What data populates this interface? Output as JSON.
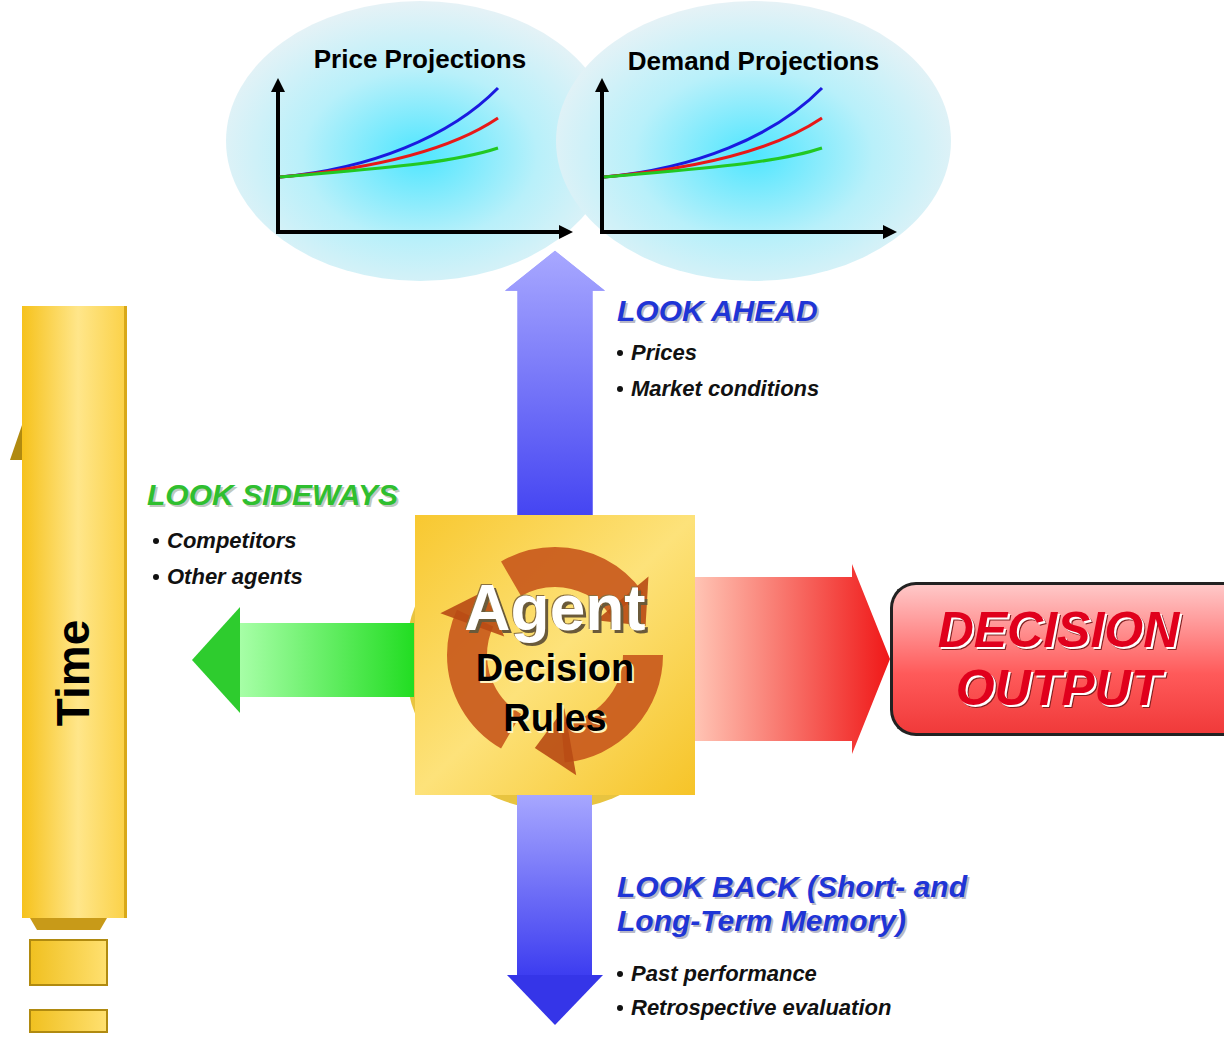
{
  "diagram": {
    "nodes": [
      {
        "text": [
          "Price Projections"
        ]
      },
      {
        "text": [
          "Demand Projections"
        ]
      },
      {
        "text": [
          "Time"
        ]
      },
      {
        "text": [
          "Agent",
          "Decision Rules"
        ]
      },
      {
        "text": [
          "DECISION OUTPUT"
        ]
      }
    ],
    "edges": [
      {
        "from": 3,
        "to": 0,
        "arrow": "to"
      },
      {
        "from": 3,
        "to": 1,
        "arrow": "to"
      },
      {
        "from": 3,
        "to": 4,
        "arrow": "to"
      }
    ],
    "labels": [
      "LOOK AHEAD",
      "Prices",
      "Market conditions",
      "LOOK SIDEWAYS",
      "Competitors",
      "Other agents",
      "LOOK BACK (Short- and Long-Term Memory)",
      "Past performance",
      "Retrospective evaluation"
    ]
  }
}
